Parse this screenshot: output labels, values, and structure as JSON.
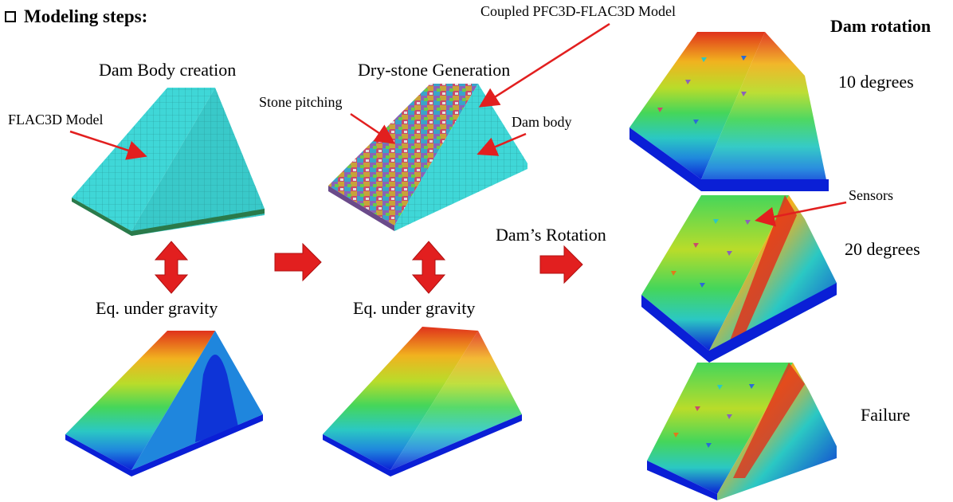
{
  "header": {
    "title": "Modeling steps:",
    "checkbox_icon": "checkbox-icon"
  },
  "column_left": {
    "title": "Dam Body creation",
    "model_label": "FLAC3D Model",
    "step_label": "Eq. under gravity"
  },
  "column_middle": {
    "title": "Dry-stone Generation",
    "stone_label": "Stone pitching",
    "dam_label": "Dam body",
    "step_label": "Eq. under gravity"
  },
  "coupled_label": "Coupled PFC3D-FLAC3D Model",
  "rotation_label": "Dam’s Rotation",
  "right_column": {
    "title": "Dam rotation",
    "states": [
      "10 degrees",
      "20 degrees",
      "Failure"
    ],
    "sensors_label": "Sensors"
  },
  "colors": {
    "mesh": "#3fd7d7",
    "arrow": "#e21f1f",
    "contour": [
      "#0a1fd6",
      "#1f86dd",
      "#2bc8c3",
      "#45d65a",
      "#b9dc2a",
      "#f1b21f",
      "#e0321b"
    ]
  }
}
